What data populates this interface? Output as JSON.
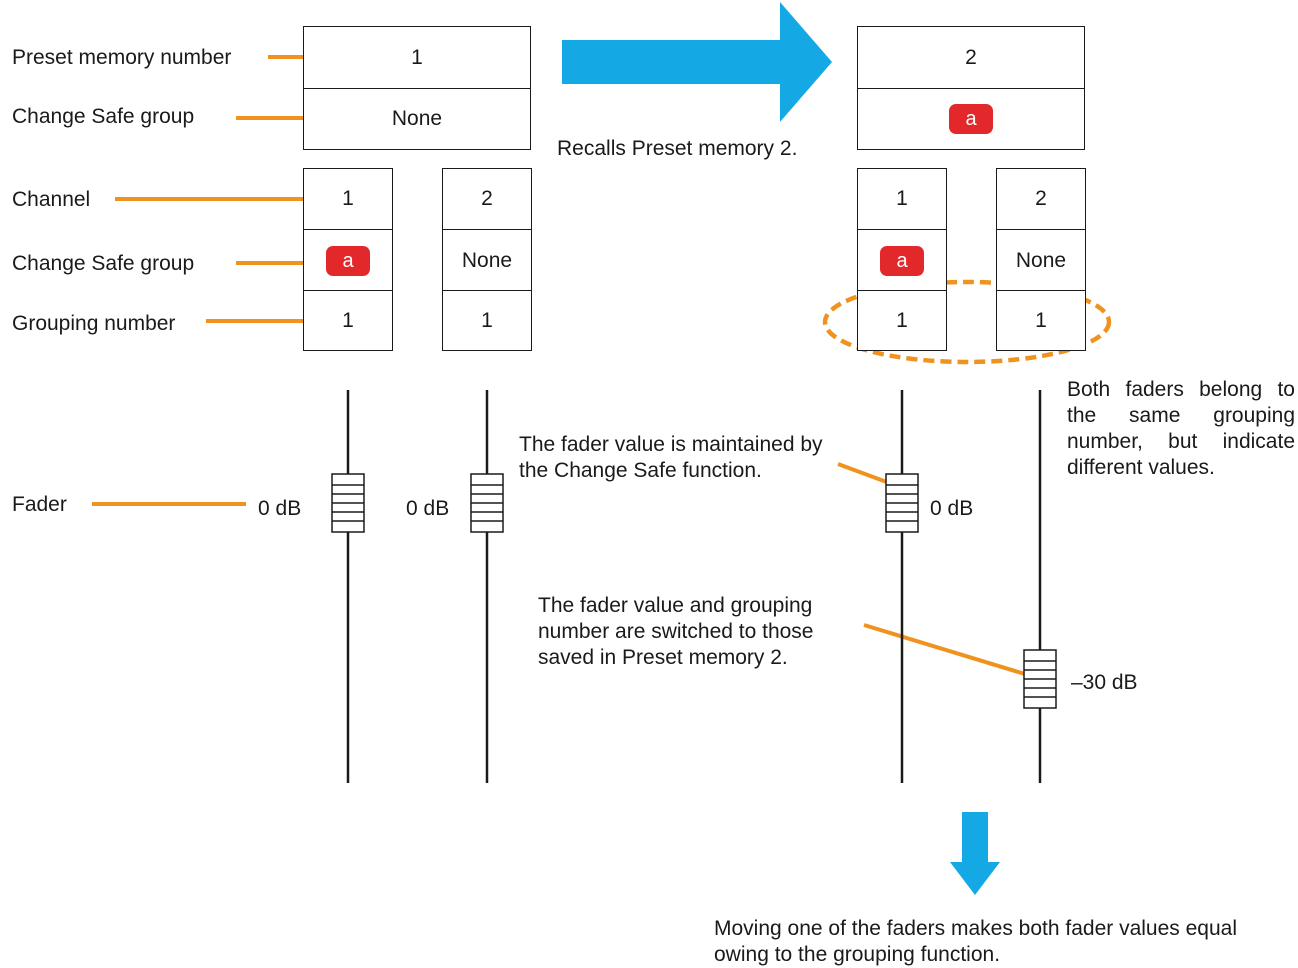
{
  "labels": {
    "preset_memory_number": "Preset memory number",
    "change_safe_group": "Change Safe group",
    "channel": "Channel",
    "change_safe_group_2": "Change Safe group",
    "grouping_number": "Grouping number",
    "fader": "Fader"
  },
  "before": {
    "preset_number": "1",
    "preset_change_safe": "None",
    "channels": [
      {
        "number": "1",
        "change_safe": "a",
        "grouping": "1",
        "fader_value": "0 dB"
      },
      {
        "number": "2",
        "change_safe": "None",
        "grouping": "1",
        "fader_value": "0 dB"
      }
    ]
  },
  "after": {
    "preset_number": "2",
    "preset_change_safe": "a",
    "channels": [
      {
        "number": "1",
        "change_safe": "a",
        "grouping": "1",
        "fader_value": "0 dB"
      },
      {
        "number": "2",
        "change_safe": "None",
        "grouping": "1",
        "fader_value": "–30 dB"
      }
    ]
  },
  "annotations": {
    "recalls": "Recalls Preset memory 2.",
    "maintained": "The fader value is maintained by the Change Safe function.",
    "switched": "The fader value and grouping number are switched to those saved in Preset memory 2.",
    "both_faders": "Both faders belong to the same grouping number, but indicate different values.",
    "moving": "Moving one of the faders makes both fader values equal owing to the grouping function."
  },
  "colors": {
    "leader": "#f0921e",
    "arrow": "#14a8e4",
    "badge": "#e3282c",
    "line": "#1a1a1a"
  },
  "icons": {
    "recall_arrow": "arrow-right-icon",
    "result_arrow": "arrow-down-icon"
  }
}
